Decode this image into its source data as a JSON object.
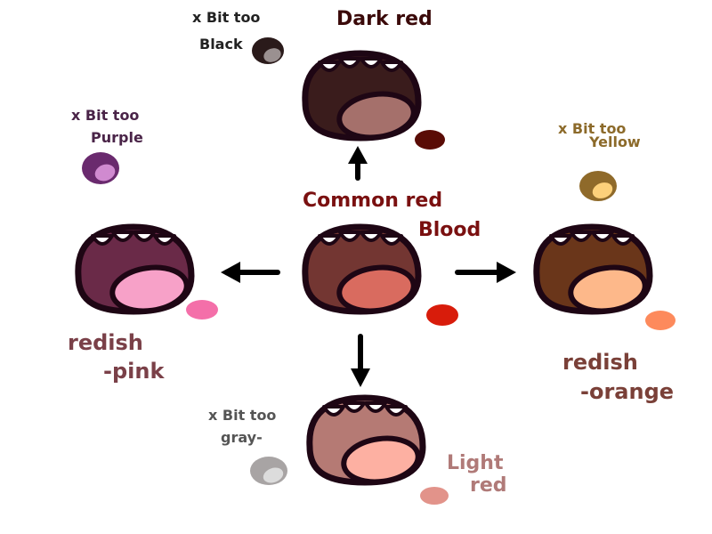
{
  "title": "Blood color mouth chart",
  "mouths": [
    {
      "id": "dark-red",
      "label_lines": [
        "Dark red"
      ],
      "label_color": "#3b0a0a",
      "mouth_color": "#3a1c1c",
      "tongue_color": "#a5706b",
      "swatch_color": "#5a0c06"
    },
    {
      "id": "common-red",
      "label_lines": [
        "Common red",
        "Blood"
      ],
      "label_color": "#7a1010",
      "mouth_color": "#733632",
      "tongue_color": "#d96b5f",
      "swatch_color": "#d81c0b"
    },
    {
      "id": "redish-pink",
      "label_lines": [
        "redish",
        "-pink"
      ],
      "label_color": "#7a4048",
      "mouth_color": "#6a2a48",
      "tongue_color": "#f7a1c8",
      "swatch_color": "#f46fa9"
    },
    {
      "id": "redish-orange",
      "label_lines": [
        "redish",
        "-orange"
      ],
      "label_color": "#7a4038",
      "mouth_color": "#6a361a",
      "tongue_color": "#fdb88a",
      "swatch_color": "#fd8a5c"
    },
    {
      "id": "light-red",
      "label_lines": [
        "Light",
        "red"
      ],
      "label_color": "#b07a78",
      "mouth_color": "#b57a74",
      "tongue_color": "#fdb0a2",
      "swatch_color": "#e2938a"
    }
  ],
  "rejects": [
    {
      "id": "too-black",
      "label_lines": [
        "x Bit too",
        "Black"
      ],
      "label_color": "#222222",
      "outer_color": "#2a1a1a",
      "inner_color": "#9a9090"
    },
    {
      "id": "too-purple",
      "label_lines": [
        "x Bit too",
        "Purple"
      ],
      "label_color": "#4a2448",
      "outer_color": "#6a2a6e",
      "inner_color": "#d08ad0"
    },
    {
      "id": "too-yellow",
      "label_lines": [
        "x Bit too",
        "Yellow"
      ],
      "label_color": "#8c6a2a",
      "outer_color": "#8f6a2a",
      "inner_color": "#fcd07a"
    },
    {
      "id": "too-gray",
      "label_lines": [
        "x Bit too",
        "gray-"
      ],
      "label_color": "#555555",
      "outer_color": "#a8a4a4",
      "inner_color": "#dcdcdc"
    }
  ],
  "outline_color": "#1e0614",
  "arrow_color": "#000000"
}
